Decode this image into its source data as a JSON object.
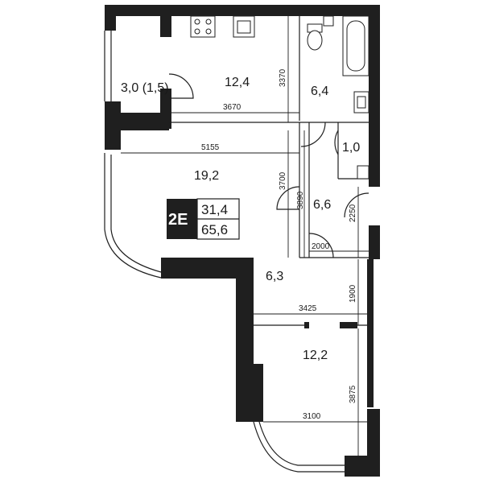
{
  "apartment": {
    "type_code": "2E",
    "living_area": "31,4",
    "total_area": "65,6"
  },
  "rooms": {
    "balcony": "3,0 (1,5)",
    "kitchen": "12,4",
    "bathroom": "6,4",
    "wc": "1,0",
    "living_room": "19,2",
    "hallway": "6,6",
    "corridor": "6,3",
    "bedroom": "12,2"
  },
  "dimensions": {
    "kitchen_height": "3370",
    "kitchen_width": "3670",
    "living_width": "5155",
    "living_height": "3700",
    "hall_height": "3890",
    "hall_side": "2250",
    "hall_width": "2000",
    "corridor_height": "1900",
    "corridor_width": "3425",
    "bedroom_height": "3875",
    "bedroom_width": "3100"
  }
}
